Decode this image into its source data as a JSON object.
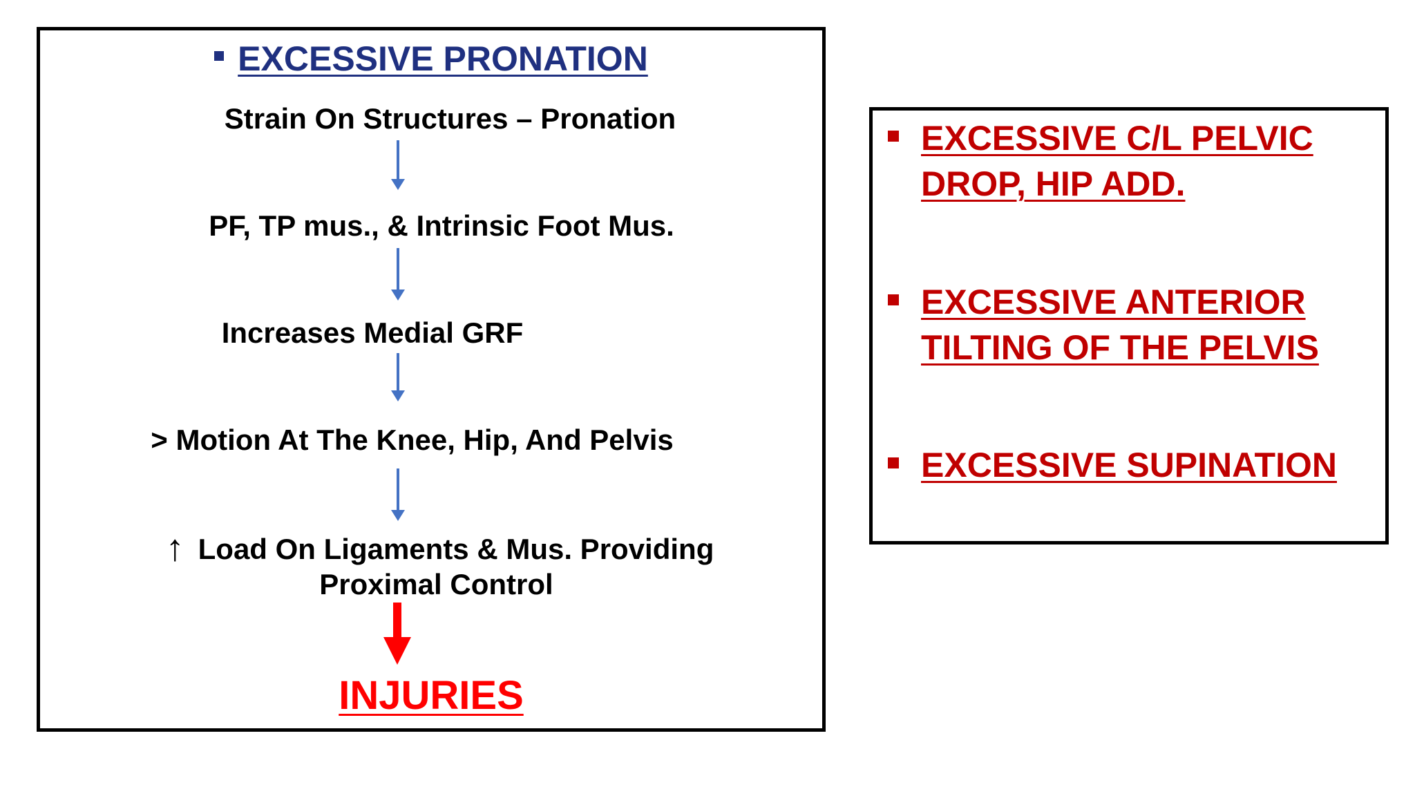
{
  "colors": {
    "title": "#1f3080",
    "text": "#000000",
    "flow_arrow": "#4472c4",
    "alert": "#ff0000",
    "condition": "#c00000",
    "border": "#000000"
  },
  "left_panel": {
    "title": "EXCESSIVE PRONATION",
    "steps": [
      "Strain On Structures – Pronation",
      "PF, TP mus., & Intrinsic Foot Mus.",
      "Increases Medial GRF",
      "> Motion At The Knee, Hip, And Pelvis",
      "Load On Ligaments & Mus. Providing",
      "Proximal  Control"
    ],
    "outcome": "INJURIES"
  },
  "right_panel": {
    "items": [
      {
        "line1": "EXCESSIVE C/L  PELVIC",
        "line2": "DROP, HIP ADD."
      },
      {
        "line1": "EXCESSIVE ANTERIOR",
        "line2": "TILTING OF THE PELVIS"
      },
      {
        "line1": "EXCESSIVE SUPINATION",
        "line2": ""
      }
    ]
  }
}
